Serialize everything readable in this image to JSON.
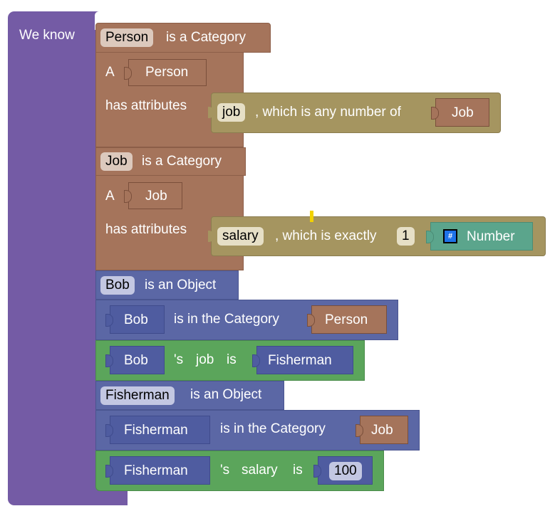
{
  "container": {
    "label": "We know"
  },
  "category1": {
    "name": "Person",
    "suffix": "is a Category",
    "a_label": "A",
    "a_value": "Person",
    "has_attributes": "has attributes",
    "attr_name": "job",
    "attr_text": ", which is any number of",
    "attr_type": "Job"
  },
  "category2": {
    "name": "Job",
    "suffix": "is a Category",
    "a_label": "A",
    "a_value": "Job",
    "has_attributes": "has attributes",
    "attr_name": "salary",
    "attr_text": ", which is exactly",
    "attr_count": "1",
    "attr_type_icon": "#",
    "attr_type": "Number"
  },
  "object1": {
    "name": "Bob",
    "suffix": "is an Object",
    "in_category_subject": "Bob",
    "in_category_text": "is in the Category",
    "in_category_value": "Person",
    "prop_subject": "Bob",
    "prop_possessive": "'s",
    "prop_name": "job",
    "prop_is": "is",
    "prop_value": "Fisherman"
  },
  "object2": {
    "name": "Fisherman",
    "suffix": "is an Object",
    "in_category_subject": "Fisherman",
    "in_category_text": "is in the Category",
    "in_category_value": "Job",
    "prop_subject": "Fisherman",
    "prop_possessive": "'s",
    "prop_name": "salary",
    "prop_is": "is",
    "prop_value": "100"
  },
  "colors": {
    "container": "#745ba5",
    "category": "#a5745b",
    "attribute": "#a59560",
    "object": "#5b67a5",
    "property": "#5ba55b",
    "type": "#5ba58c"
  }
}
